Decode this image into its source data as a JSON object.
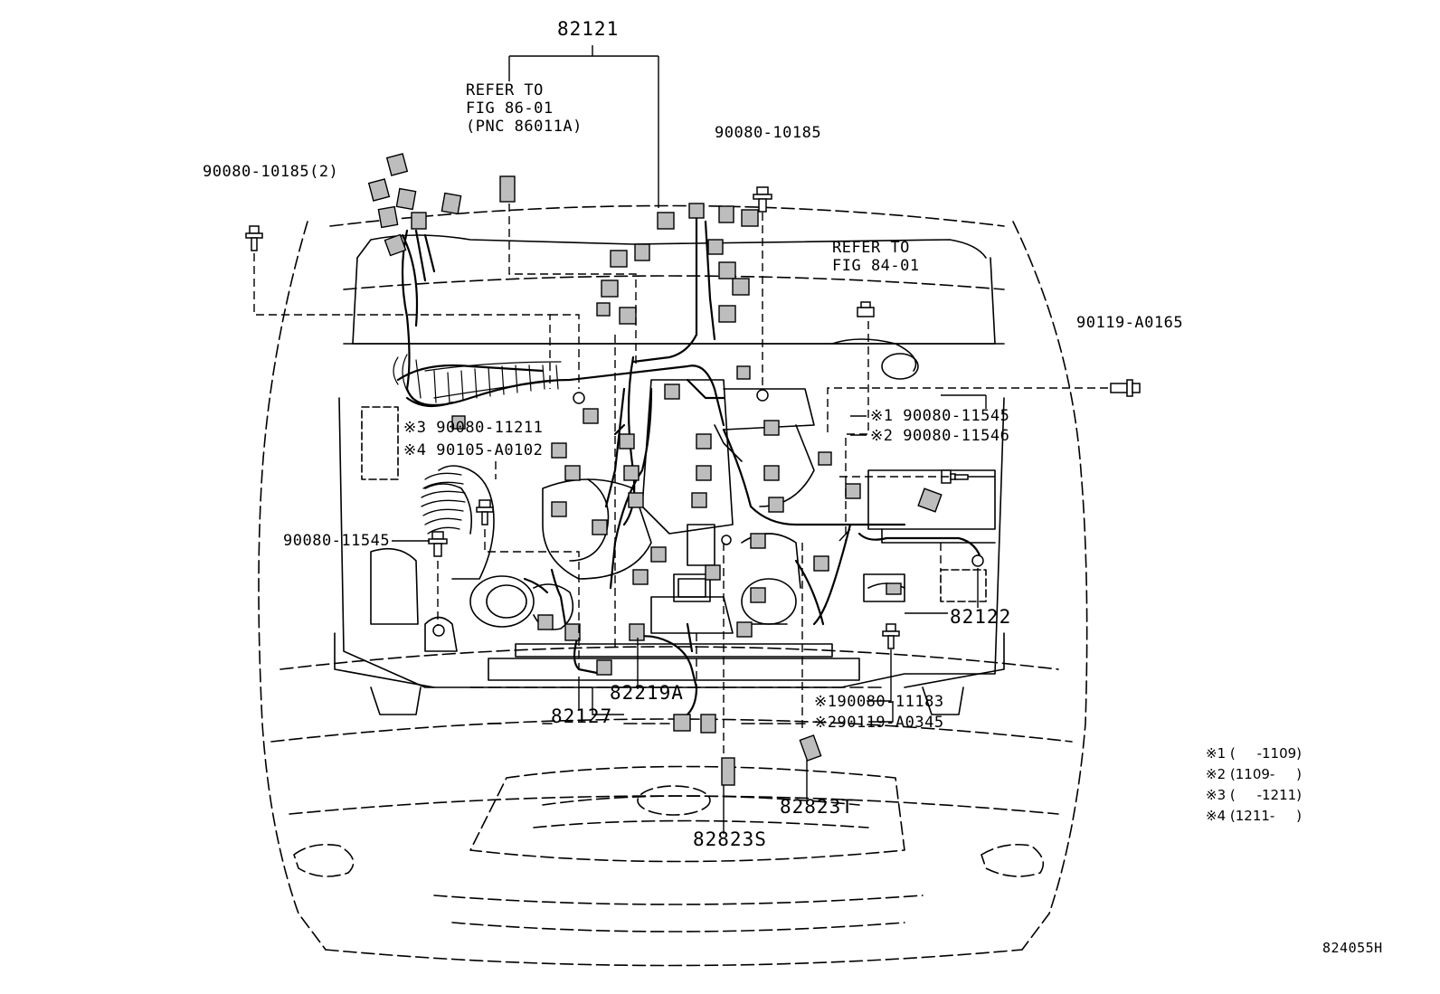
{
  "diagram_id": "824055H",
  "parts": {
    "p82121": "82121",
    "p90080_10185_2": "90080-10185(2)",
    "p90080_10185": "90080-10185",
    "p90119_A0165": "90119-A0165",
    "p90080_11545_left": "90080-11545",
    "p82122": "82122",
    "p82219A": "82219A",
    "p82127": "82127",
    "p82823S": "82823S",
    "p82823T": "82823T"
  },
  "notes": {
    "n3": "※3 90080-11211",
    "n4": "※4 90105-A0102",
    "n1_right": "※1 90080-11545",
    "n2_right": "※2 90080-11546",
    "n1_bottom": "※190080-11183",
    "n2_bottom": "※290119-A0345"
  },
  "references": {
    "ref_86": "REFER TO\nFIG 86-01\n(PNC 86011A)",
    "ref_84": "REFER TO\nFIG 84-01"
  },
  "legend": [
    "※1 (     -1109)",
    "※2 (1109-     )",
    "※3 (     -1211)",
    "※4 (1211-     )"
  ]
}
